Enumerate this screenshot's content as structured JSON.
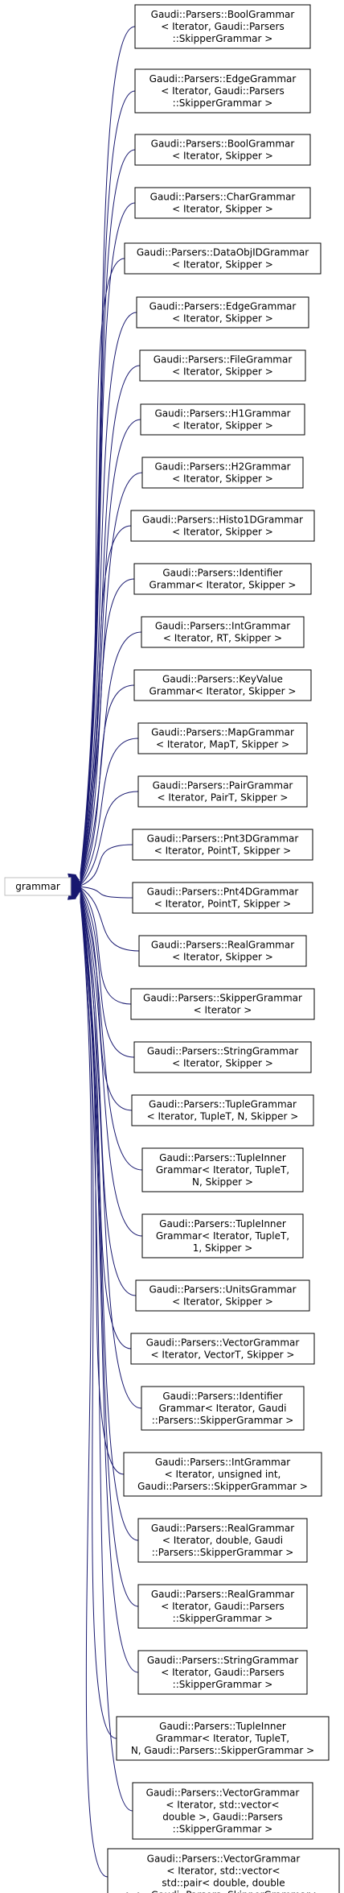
{
  "root": {
    "label": "grammar"
  },
  "colors": {
    "edge": "#191970",
    "node_border": "#000000",
    "root_border": "#bfbfbf"
  },
  "children": [
    {
      "lines": [
        "Gaudi::Parsers::BoolGrammar",
        "< Iterator, Gaudi::Parsers",
        "::SkipperGrammar >"
      ]
    },
    {
      "lines": [
        "Gaudi::Parsers::EdgeGrammar",
        "< Iterator, Gaudi::Parsers",
        "::SkipperGrammar >"
      ]
    },
    {
      "lines": [
        "Gaudi::Parsers::BoolGrammar",
        "< Iterator, Skipper >"
      ]
    },
    {
      "lines": [
        "Gaudi::Parsers::CharGrammar",
        "< Iterator, Skipper >"
      ]
    },
    {
      "lines": [
        "Gaudi::Parsers::DataObjIDGrammar",
        "< Iterator, Skipper >"
      ]
    },
    {
      "lines": [
        "Gaudi::Parsers::EdgeGrammar",
        "< Iterator, Skipper >"
      ]
    },
    {
      "lines": [
        "Gaudi::Parsers::FileGrammar",
        "< Iterator, Skipper >"
      ]
    },
    {
      "lines": [
        "Gaudi::Parsers::H1Grammar",
        "< Iterator, Skipper >"
      ]
    },
    {
      "lines": [
        "Gaudi::Parsers::H2Grammar",
        "< Iterator, Skipper >"
      ]
    },
    {
      "lines": [
        "Gaudi::Parsers::Histo1DGrammar",
        "< Iterator, Skipper >"
      ]
    },
    {
      "lines": [
        "Gaudi::Parsers::Identifier",
        "Grammar< Iterator, Skipper >"
      ]
    },
    {
      "lines": [
        "Gaudi::Parsers::IntGrammar",
        "< Iterator, RT, Skipper >"
      ]
    },
    {
      "lines": [
        "Gaudi::Parsers::KeyValue",
        "Grammar< Iterator, Skipper >"
      ]
    },
    {
      "lines": [
        "Gaudi::Parsers::MapGrammar",
        "< Iterator, MapT, Skipper >"
      ]
    },
    {
      "lines": [
        "Gaudi::Parsers::PairGrammar",
        "< Iterator, PairT, Skipper >"
      ]
    },
    {
      "lines": [
        "Gaudi::Parsers::Pnt3DGrammar",
        "< Iterator, PointT, Skipper >"
      ]
    },
    {
      "lines": [
        "Gaudi::Parsers::Pnt4DGrammar",
        "< Iterator, PointT, Skipper >"
      ]
    },
    {
      "lines": [
        "Gaudi::Parsers::RealGrammar",
        "< Iterator, Skipper >"
      ]
    },
    {
      "lines": [
        "Gaudi::Parsers::SkipperGrammar",
        "< Iterator >"
      ]
    },
    {
      "lines": [
        "Gaudi::Parsers::StringGrammar",
        "< Iterator, Skipper >"
      ]
    },
    {
      "lines": [
        "Gaudi::Parsers::TupleGrammar",
        "< Iterator, TupleT, N, Skipper >"
      ]
    },
    {
      "lines": [
        "Gaudi::Parsers::TupleInner",
        "Grammar< Iterator, TupleT,",
        "N, Skipper >"
      ]
    },
    {
      "lines": [
        "Gaudi::Parsers::TupleInner",
        "Grammar< Iterator, TupleT,",
        "1, Skipper >"
      ]
    },
    {
      "lines": [
        "Gaudi::Parsers::UnitsGrammar",
        "< Iterator, Skipper >"
      ]
    },
    {
      "lines": [
        "Gaudi::Parsers::VectorGrammar",
        "< Iterator, VectorT, Skipper >"
      ]
    },
    {
      "lines": [
        "Gaudi::Parsers::Identifier",
        "Grammar< Iterator, Gaudi",
        "::Parsers::SkipperGrammar >"
      ]
    },
    {
      "lines": [
        "Gaudi::Parsers::IntGrammar",
        "< Iterator, unsigned int,",
        " Gaudi::Parsers::SkipperGrammar >"
      ]
    },
    {
      "lines": [
        "Gaudi::Parsers::RealGrammar",
        "< Iterator, double, Gaudi",
        "::Parsers::SkipperGrammar >"
      ]
    },
    {
      "lines": [
        "Gaudi::Parsers::RealGrammar",
        "< Iterator, Gaudi::Parsers",
        "::SkipperGrammar >"
      ]
    },
    {
      "lines": [
        "Gaudi::Parsers::StringGrammar",
        "< Iterator, Gaudi::Parsers",
        "::SkipperGrammar >"
      ]
    },
    {
      "lines": [
        "Gaudi::Parsers::TupleInner",
        "Grammar< Iterator, TupleT,",
        " N, Gaudi::Parsers::SkipperGrammar >"
      ]
    },
    {
      "lines": [
        "Gaudi::Parsers::VectorGrammar",
        "< Iterator, std::vector<",
        " double >, Gaudi::Parsers",
        "::SkipperGrammar >"
      ]
    },
    {
      "lines": [
        "Gaudi::Parsers::VectorGrammar",
        "< Iterator, std::vector<",
        " std::pair< double, double",
        " > >, Gaudi::Parsers::SkipperGrammar >"
      ]
    }
  ]
}
